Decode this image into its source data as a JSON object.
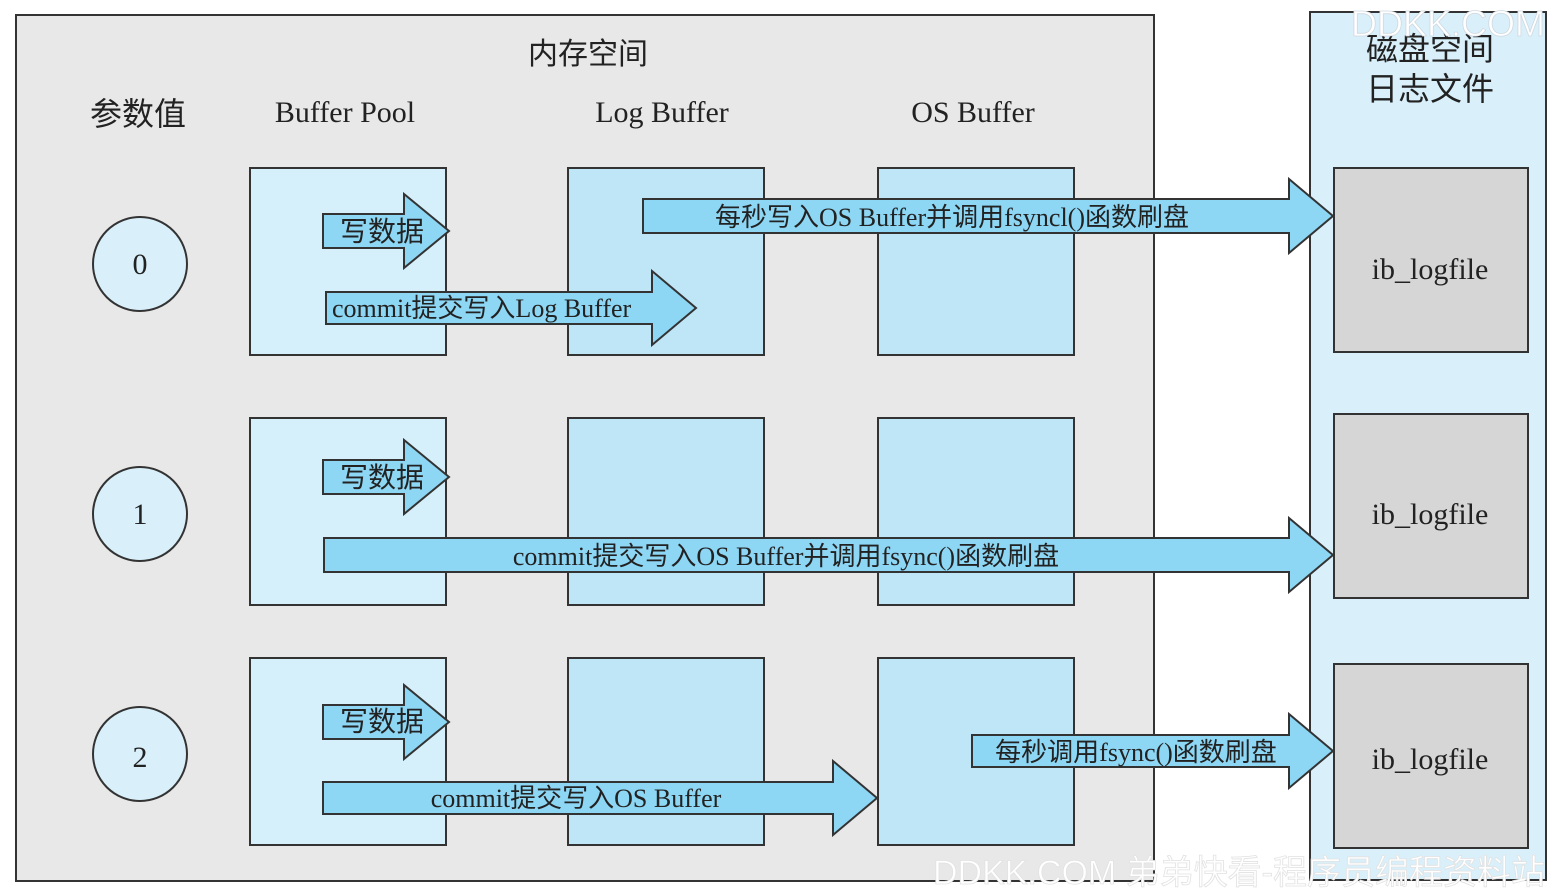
{
  "colors": {
    "memory_bg": "#e8e8e8",
    "disk_bg": "#d9f0fb",
    "cell_light": "#d6f0fb",
    "cell_mid": "#bfe6f7",
    "arrow_fill": "#8dd6f4",
    "logfile_bg": "#d6d6d6",
    "circle_bg": "#d9f0fb",
    "stroke": "#333333"
  },
  "memory": {
    "title": "内存空间",
    "param_header": "参数值",
    "columns": [
      "Buffer Pool",
      "Log Buffer",
      "OS Buffer"
    ]
  },
  "disk": {
    "title": "磁盘空间",
    "subtitle": "日志文件"
  },
  "rows": [
    {
      "value": "0",
      "write_label": "写数据",
      "arrows": [
        "commit提交写入Log Buffer",
        "每秒写入OS Buffer并调用fsyncl()函数刷盘"
      ],
      "logfile": "ib_logfile"
    },
    {
      "value": "1",
      "write_label": "写数据",
      "arrows": [
        "commit提交写入OS Buffer并调用fsync()函数刷盘"
      ],
      "logfile": "ib_logfile"
    },
    {
      "value": "2",
      "write_label": "写数据",
      "arrows": [
        "commit提交写入OS Buffer",
        "每秒调用fsync()函数刷盘"
      ],
      "logfile": "ib_logfile"
    }
  ],
  "watermarks": [
    "DDKK.COM",
    "DDKK.COM 弟弟快看-程序员编程资料站"
  ]
}
